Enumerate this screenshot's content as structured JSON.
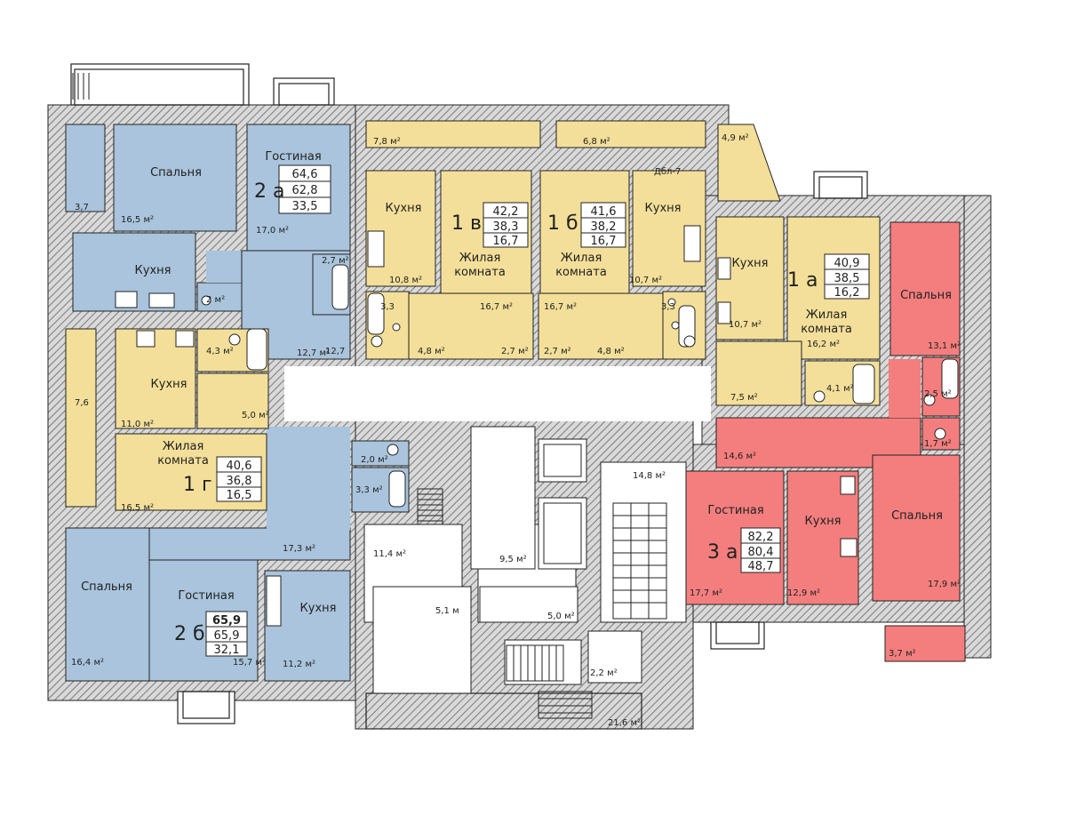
{
  "plan": {
    "colors": {
      "blue": "#a9c4dc",
      "yellow": "#f3df99",
      "red": "#f47e7e",
      "wall": "#9a9a9a",
      "line": "#222222"
    },
    "units": [
      {
        "id": "2a",
        "name": "2 а",
        "areas": [
          "64,6",
          "62,8",
          "33,5"
        ]
      },
      {
        "id": "1v",
        "name": "1 в",
        "areas": [
          "42,2",
          "38,3",
          "16,7"
        ]
      },
      {
        "id": "1b",
        "name": "1 б",
        "areas": [
          "41,6",
          "38,2",
          "16,7"
        ]
      },
      {
        "id": "1a",
        "name": "1 а",
        "areas": [
          "40,9",
          "38,5",
          "16,2"
        ]
      },
      {
        "id": "1g",
        "name": "1 г",
        "areas": [
          "40,6",
          "36,8",
          "16,5"
        ]
      },
      {
        "id": "3a",
        "name": "3 а",
        "areas": [
          "82,2",
          "80,4",
          "48,7"
        ]
      },
      {
        "id": "2b",
        "name": "2 б",
        "areas": [
          "65,9",
          "65,9",
          "32,1"
        ]
      }
    ],
    "room_names": {
      "bedroom": "Спальня",
      "living": "Гостиная",
      "kitchen": "Кухня",
      "living_room_1": "Жилая",
      "living_room_2": "комната"
    },
    "door_mark": "Дбл-7",
    "area_labels": [
      "3,7",
      "16,5 м²",
      "17,0 м²",
      "2,7 м²",
      "12,7 м²",
      "2 м²",
      "12,7",
      "4,3 м²",
      "5,0 м²",
      "7,6",
      "11,0 м²",
      "16,5 м²",
      "2,0 м²",
      "3,3 м²",
      "7,8 м²",
      "6,8 м²",
      "4,9 м²",
      "10,8 м²",
      "3,3",
      "16,7 м²",
      "4,8 м²",
      "2,7 м²",
      "16,7 м²",
      "2,7 м²",
      "4,8 м²",
      "10,7 м²",
      "3,3",
      "10,7 м²",
      "16,2 м²",
      "7,5 м²",
      "4,1 м²",
      "13,1 м²",
      "2,5 м²",
      "1,7 м²",
      "14,6 м²",
      "14,8 м²",
      "17,7 м²",
      "12,9 м²",
      "17,9 м²",
      "3,7 м²",
      "11,4 м²",
      "9,5 м²",
      "5,1 м",
      "5,0 м²",
      "2,2 м²",
      "21,6 м²",
      "17,3 м²",
      "16,4 м²",
      "15,7 м²",
      "11,2 м²"
    ]
  }
}
